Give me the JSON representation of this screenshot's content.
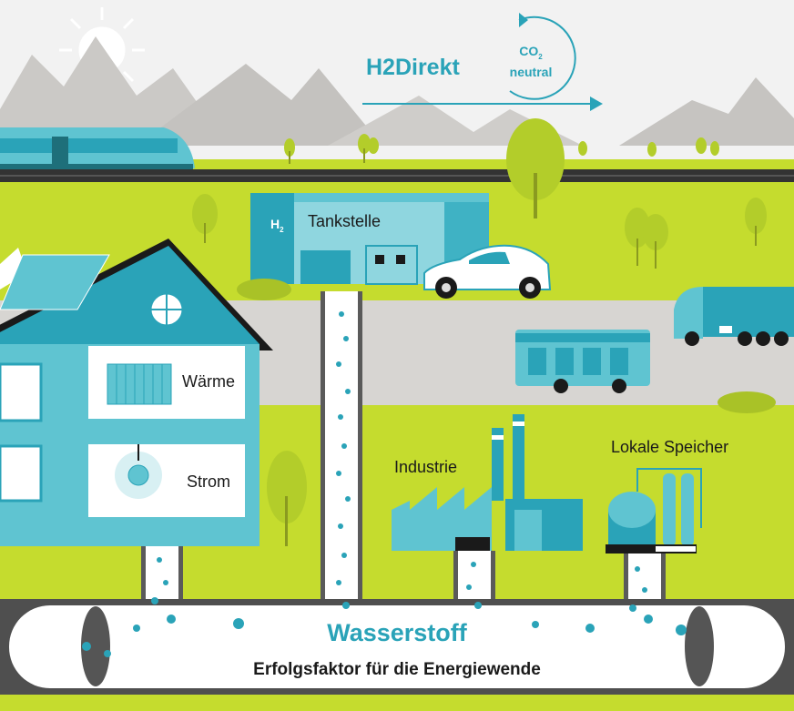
{
  "brand": {
    "name": "H2Direkt",
    "co2_line1": "CO",
    "co2_sub": "2",
    "co2_line2": "neutral"
  },
  "labels": {
    "h2_symbol": "H",
    "h2_sub": "2",
    "tankstelle": "Tankstelle",
    "waerme": "Wärme",
    "strom": "Strom",
    "industrie": "Industrie",
    "lokale_speicher": "Lokale Speicher"
  },
  "footer": {
    "title": "Wasserstoff",
    "subtitle": "Erfolgsfaktor für die Energiewende"
  },
  "colors": {
    "teal": "#2aa3b8",
    "teal_light": "#5fc4d1",
    "lime": "#c5dc2e",
    "lime_light": "#d6e63c",
    "grey_road": "#d7d5d2",
    "mountain": "#c9c7c4",
    "sky": "#f2f2f2",
    "dark": "#1a1a1a"
  },
  "icons": [
    "sun-icon",
    "co2-cycle-arrow-icon",
    "train-icon",
    "car-icon",
    "bus-icon",
    "truck-icon",
    "radiator-icon",
    "lightbulb-icon",
    "house-icon",
    "factory-icon",
    "storage-tank-icon",
    "pipeline-icon"
  ]
}
